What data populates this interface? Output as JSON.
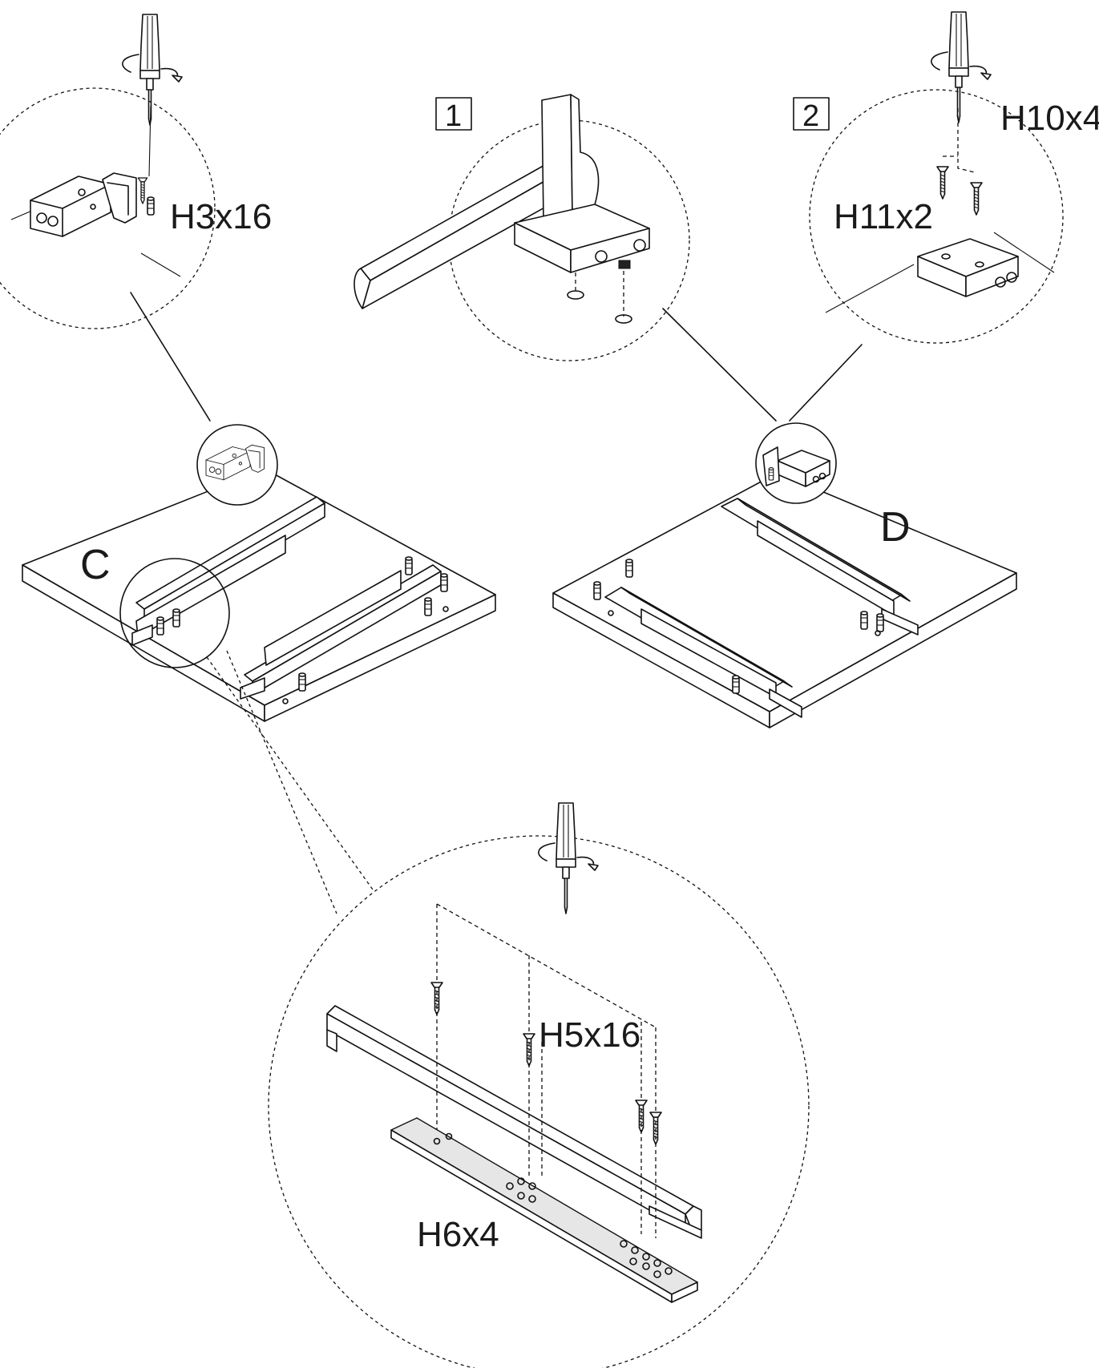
{
  "labels": {
    "part_h3": "H3x16",
    "part_h10": "H10x4",
    "part_h11": "H11x2",
    "part_h5": "H5x16",
    "part_h6": "H6x4",
    "panel_c": "C",
    "panel_d": "D",
    "step_1": "1",
    "step_2": "2"
  },
  "icons": [
    "screwdriver-icon",
    "screw-icon",
    "dowel-icon",
    "drawer-rail",
    "hinge-bracket",
    "plate-bracket",
    "handle-bar"
  ],
  "colors": {
    "line": "#111111",
    "background": "#ffffff",
    "shade": "#e6e6e6"
  }
}
